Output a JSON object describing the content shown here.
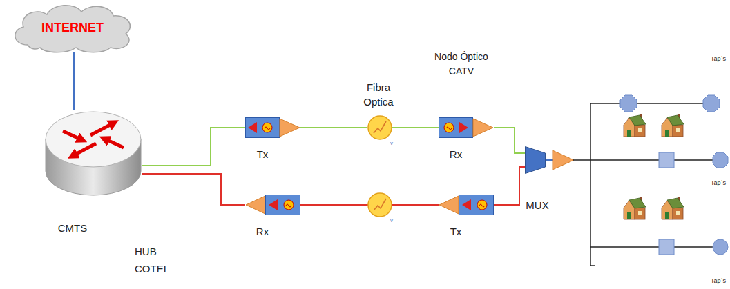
{
  "diagram": {
    "nodes": [
      {
        "text": [
          "INTERNET"
        ]
      },
      {
        "text": [
          "CMTS"
        ]
      },
      {
        "text": [
          "Tx"
        ]
      },
      {
        "text": [
          "Fibra Optica"
        ]
      },
      {
        "text": [
          "Rx"
        ]
      },
      {
        "text": [
          "MUX"
        ]
      },
      {
        "text": [
          "Rx"
        ]
      },
      {
        "text": [
          "Tx"
        ]
      }
    ],
    "edges": [
      {
        "from": 0,
        "to": 1,
        "arrow": "none"
      },
      {
        "from": 1,
        "to": 2,
        "arrow": "none"
      },
      {
        "from": 2,
        "to": 3,
        "arrow": "none"
      },
      {
        "from": 3,
        "to": 4,
        "arrow": "none"
      },
      {
        "from": 4,
        "to": 5,
        "arrow": "none"
      },
      {
        "from": 5,
        "to": 7,
        "arrow": "none"
      },
      {
        "from": 7,
        "to": 6,
        "arrow": "none"
      },
      {
        "from": 6,
        "to": 1,
        "arrow": "none"
      }
    ],
    "labels": [
      "Nodo Óptico CATV",
      "HUB COTEL",
      "v",
      "v",
      "Tap´s",
      "Tap´s",
      "Tap´s"
    ]
  }
}
